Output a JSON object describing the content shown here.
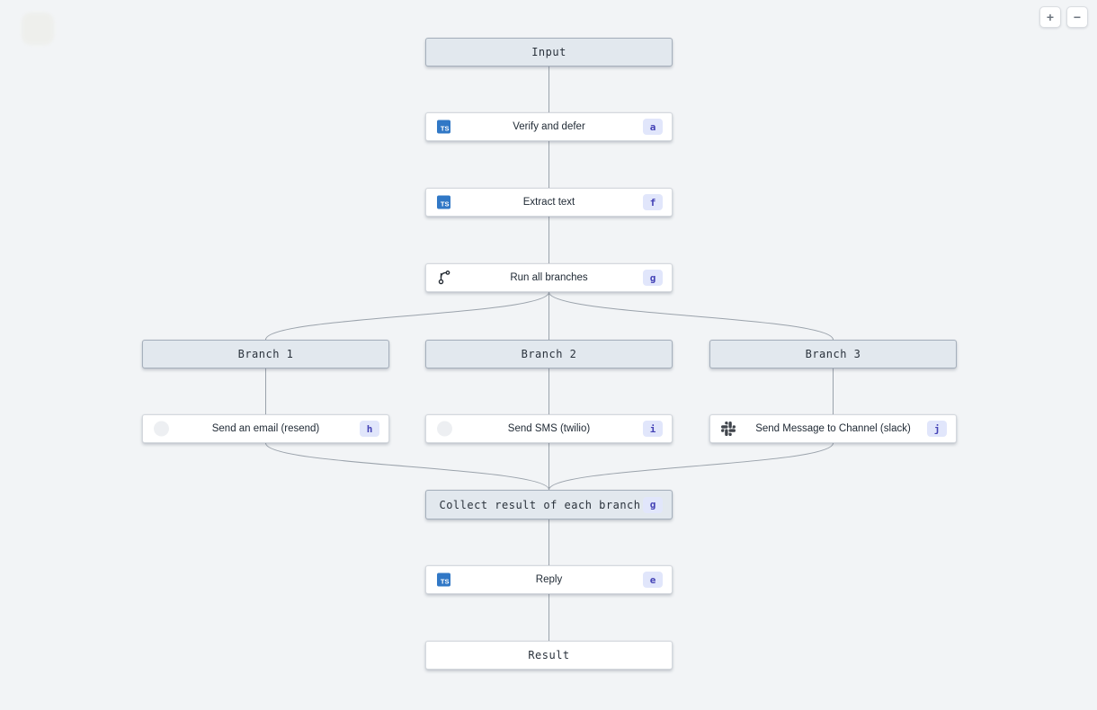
{
  "app": {
    "name": "workflow-canvas"
  },
  "controls": {
    "zoom_in": "+",
    "zoom_out": "−"
  },
  "icons": {
    "ts_text": "TS"
  },
  "colors": {
    "background": "#f2f4f6",
    "edge": "#9aa2ab",
    "node_bg_white": "#ffffff",
    "node_bg_gray": "#e2e8ee",
    "node_border_white": "#d5d9de",
    "node_border_gray": "#a6b0bc",
    "badge_bg": "#e1e6fb",
    "badge_text": "#4341b5",
    "typescript_blue": "#3178c6",
    "slack_glyph": "#40454c",
    "placeholder_icon": "#edeff2"
  },
  "nodes": [
    {
      "id": "input",
      "kind": "label",
      "label": "Input"
    },
    {
      "id": "verify-and-defer",
      "kind": "task",
      "icon": "typescript-icon",
      "label": "Verify and defer",
      "badge": "a"
    },
    {
      "id": "extract-text",
      "kind": "task",
      "icon": "typescript-icon",
      "label": "Extract text",
      "badge": "f"
    },
    {
      "id": "run-all-branches",
      "kind": "task",
      "icon": "branch-icon",
      "label": "Run all branches",
      "badge": "g"
    },
    {
      "id": "branch-1",
      "kind": "label",
      "label": "Branch 1"
    },
    {
      "id": "branch-2",
      "kind": "label",
      "label": "Branch 2"
    },
    {
      "id": "branch-3",
      "kind": "label",
      "label": "Branch 3"
    },
    {
      "id": "send-an-email-resend",
      "kind": "task",
      "icon": "resend-icon",
      "label": "Send an email (resend)",
      "badge": "h"
    },
    {
      "id": "send-sms-twilio",
      "kind": "task",
      "icon": "twilio-icon",
      "label": "Send SMS (twilio)",
      "badge": "i"
    },
    {
      "id": "send-message-to-channel-slack",
      "kind": "task",
      "icon": "slack-icon",
      "label": "Send Message to Channel (slack)",
      "badge": "j"
    },
    {
      "id": "collect-result-of-each-branch",
      "kind": "label",
      "label": "Collect result of each branch",
      "badge": "g"
    },
    {
      "id": "reply",
      "kind": "task",
      "icon": "typescript-icon",
      "label": "Reply",
      "badge": "e"
    },
    {
      "id": "result",
      "kind": "label",
      "label": "Result"
    }
  ]
}
